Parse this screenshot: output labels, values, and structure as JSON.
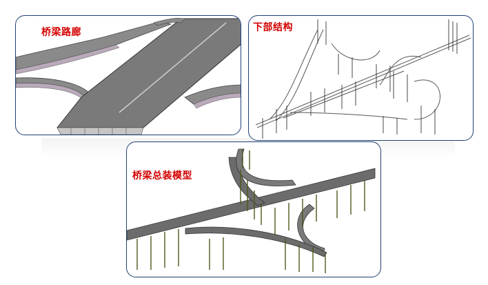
{
  "panels": {
    "bridge_corridor": {
      "title": "桥梁路廊"
    },
    "substructure": {
      "title": "下部结构"
    },
    "assembly_model": {
      "title": "桥梁总装模型"
    }
  },
  "colors": {
    "border": "#1f3f73",
    "title_text": "#d40000",
    "deck": "#6e6e6e",
    "pier": "#4a5a1a"
  }
}
